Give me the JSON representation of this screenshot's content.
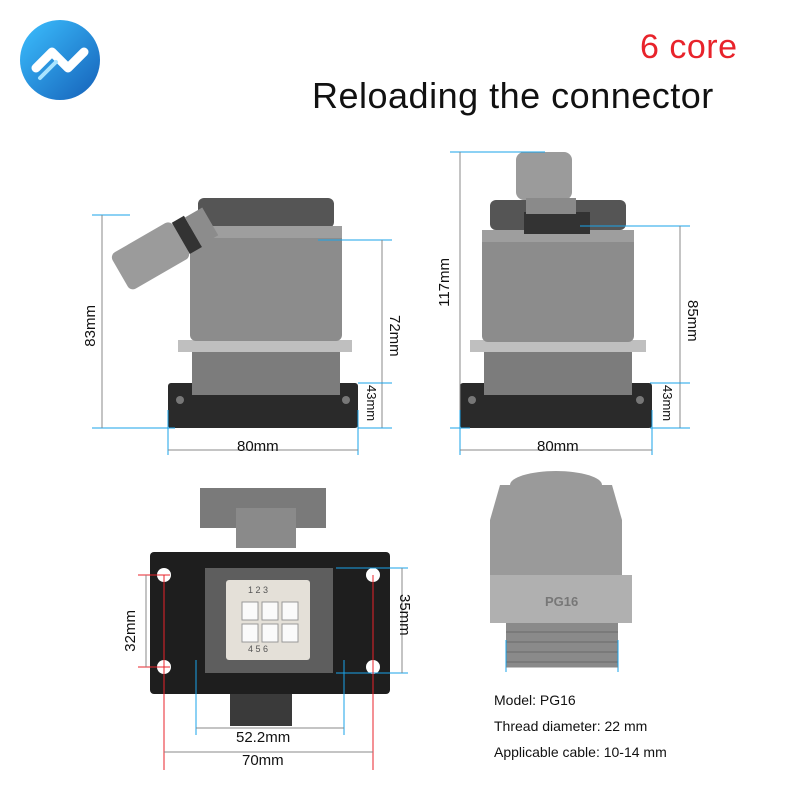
{
  "header": {
    "subtitle": "6 core",
    "title": "Reloading the connector"
  },
  "dimensions": {
    "left_view": {
      "height_total": "83mm",
      "height_body": "72mm",
      "height_base": "43mm",
      "width": "80mm"
    },
    "right_view": {
      "height_total": "117mm",
      "height_body": "85mm",
      "height_base": "43mm",
      "width": "80mm"
    },
    "base_view": {
      "hole_height": "32mm",
      "cutout_height": "35mm",
      "inner_width": "52.2mm",
      "outer_width": "70mm"
    }
  },
  "gland": {
    "marking": "PG16",
    "model": "Model: PG16",
    "thread": "Thread diameter: 22 mm",
    "cable": "Applicable cable: 10-14 mm"
  },
  "insert_labels": {
    "top": "1 2 3",
    "bottom": "4 5 6"
  },
  "colors": {
    "accent": "#e8232b",
    "dimension_line": "#1aa3e8",
    "housing": "#8a8a8a",
    "logo": "#1f8fd6"
  }
}
